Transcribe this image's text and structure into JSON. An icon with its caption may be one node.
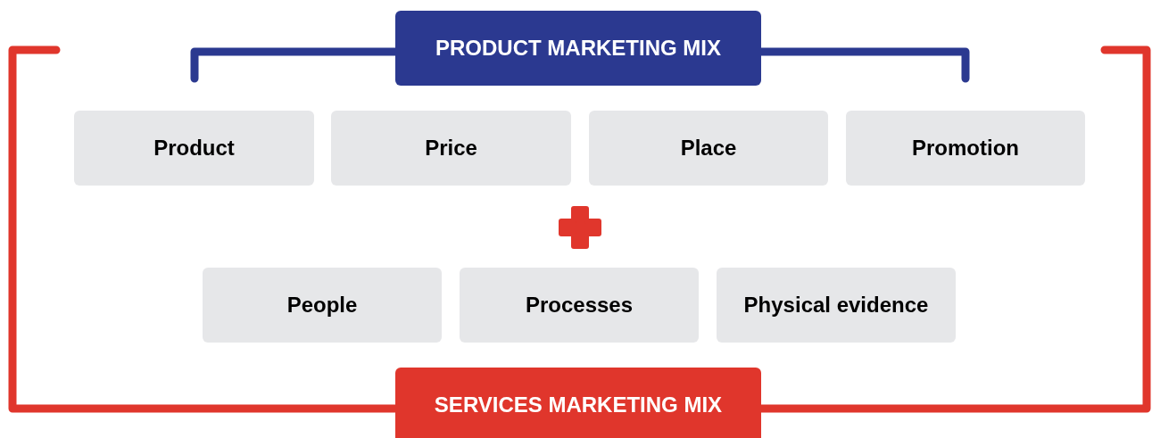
{
  "diagram": {
    "nodes": [
      {
        "text": [
          "PRODUCT MARKETING MIX"
        ]
      },
      {
        "text": [
          "Product"
        ]
      },
      {
        "text": [
          "Price"
        ]
      },
      {
        "text": [
          "Place"
        ]
      },
      {
        "text": [
          "Promotion"
        ]
      },
      {
        "text": [
          "People"
        ]
      },
      {
        "text": [
          "Processes"
        ]
      },
      {
        "text": [
          "Physical evidence"
        ]
      },
      {
        "text": [
          "SERVICES MARKETING MIX"
        ]
      }
    ]
  }
}
